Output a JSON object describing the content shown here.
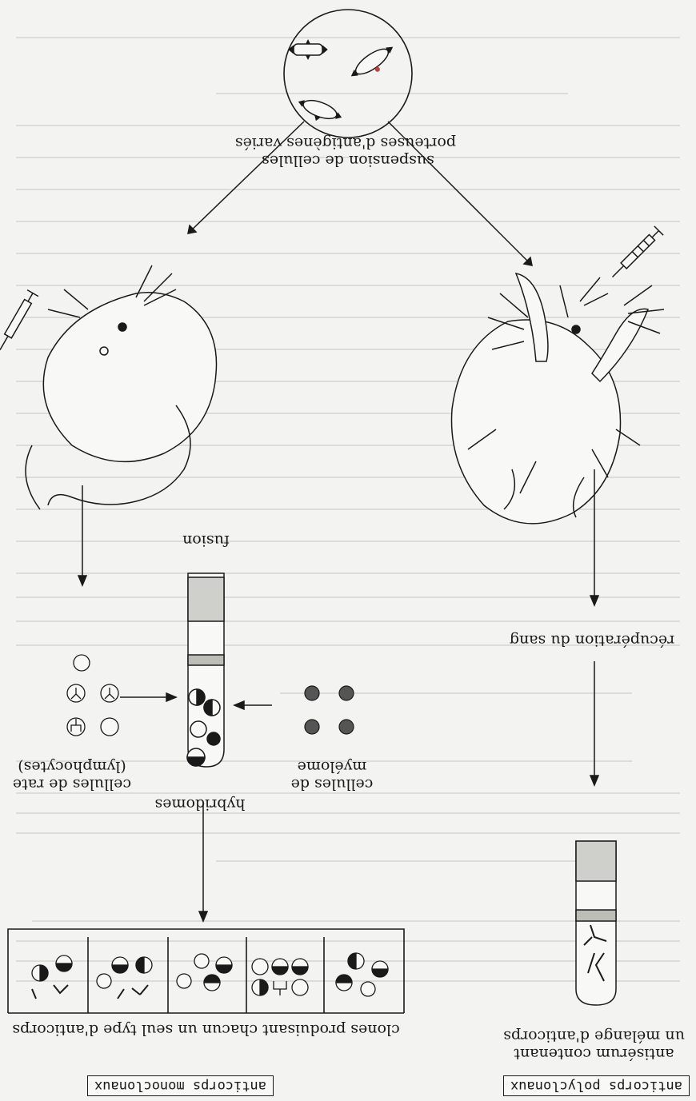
{
  "labels": {
    "suspension_line1": "suspension de cellules",
    "suspension_line2": "porteuses d'antigènes variés",
    "blood_recovery": "récupération du sang",
    "fusion": "fusion",
    "spleen_cells_line1": "cellules de rate",
    "spleen_cells_line2": "(lymphocytes)",
    "myeloma_line1": "cellules de",
    "myeloma_line2": "myélome",
    "hybridomas": "hybridomes",
    "antiserum_line1": "antisérum contenant",
    "antiserum_line2": "un mélange d'anticorps",
    "clones": "clones produisant chacun un seul type d'anticorps"
  },
  "boxes": {
    "polyclonal": "anticorps polyclonaux",
    "monoclonal": "anticorps monoclonaux"
  },
  "colors": {
    "ink": "#1a1a1a",
    "paper": "#f3f3f1",
    "ghost_text": "#cfcfcb",
    "accent_red": "#d23a3a"
  }
}
